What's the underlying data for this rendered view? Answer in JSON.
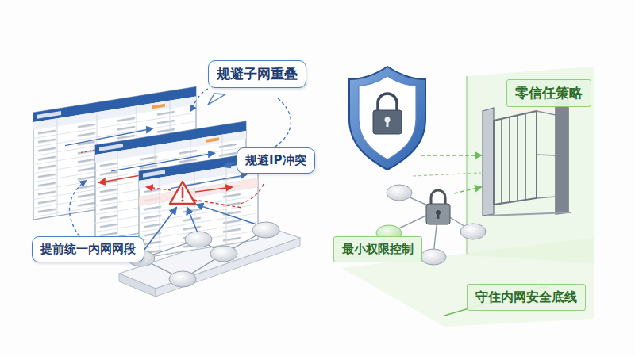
{
  "diagram": {
    "nodes": [
      {
        "text": [
          "规避子网重叠"
        ]
      },
      {
        "text": [
          "规避IP冲突"
        ]
      },
      {
        "text": [
          "提前统一内网网段"
        ]
      },
      {
        "text": [
          "零信任策略"
        ]
      },
      {
        "text": [
          "最小权限控制"
        ]
      },
      {
        "text": [
          "守住内网安全底线"
        ]
      }
    ]
  }
}
